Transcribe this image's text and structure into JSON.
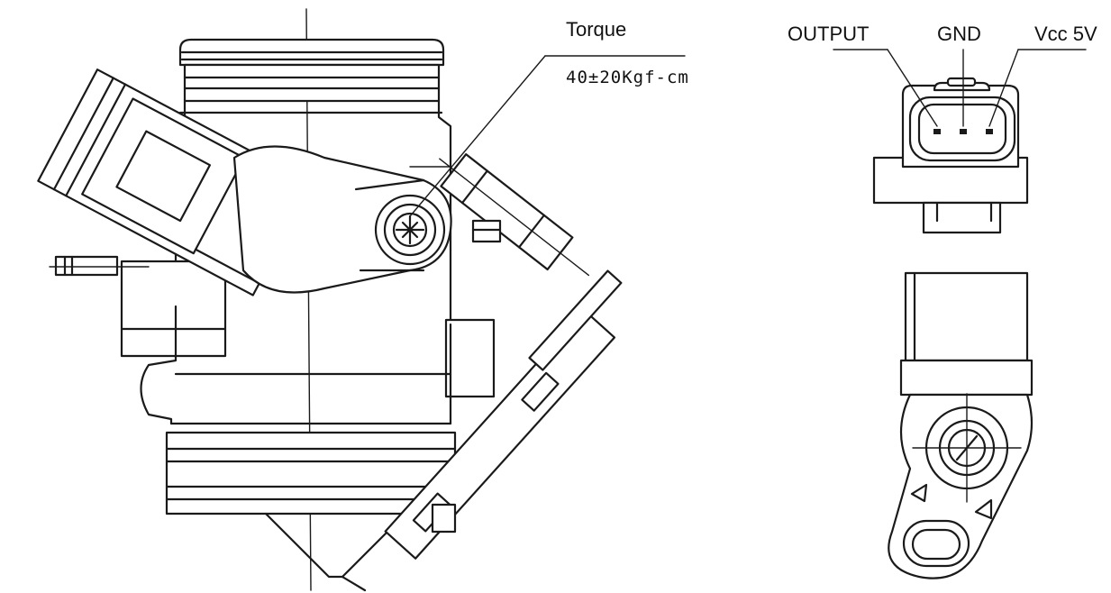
{
  "labels": {
    "torque_title": "Torque",
    "torque_value": "40±20Kgf-cm",
    "pin_output": "OUTPUT",
    "pin_gnd": "GND",
    "pin_vcc": "Vcc 5V"
  },
  "colors": {
    "line": "#1a1a1a",
    "background": "#ffffff"
  }
}
